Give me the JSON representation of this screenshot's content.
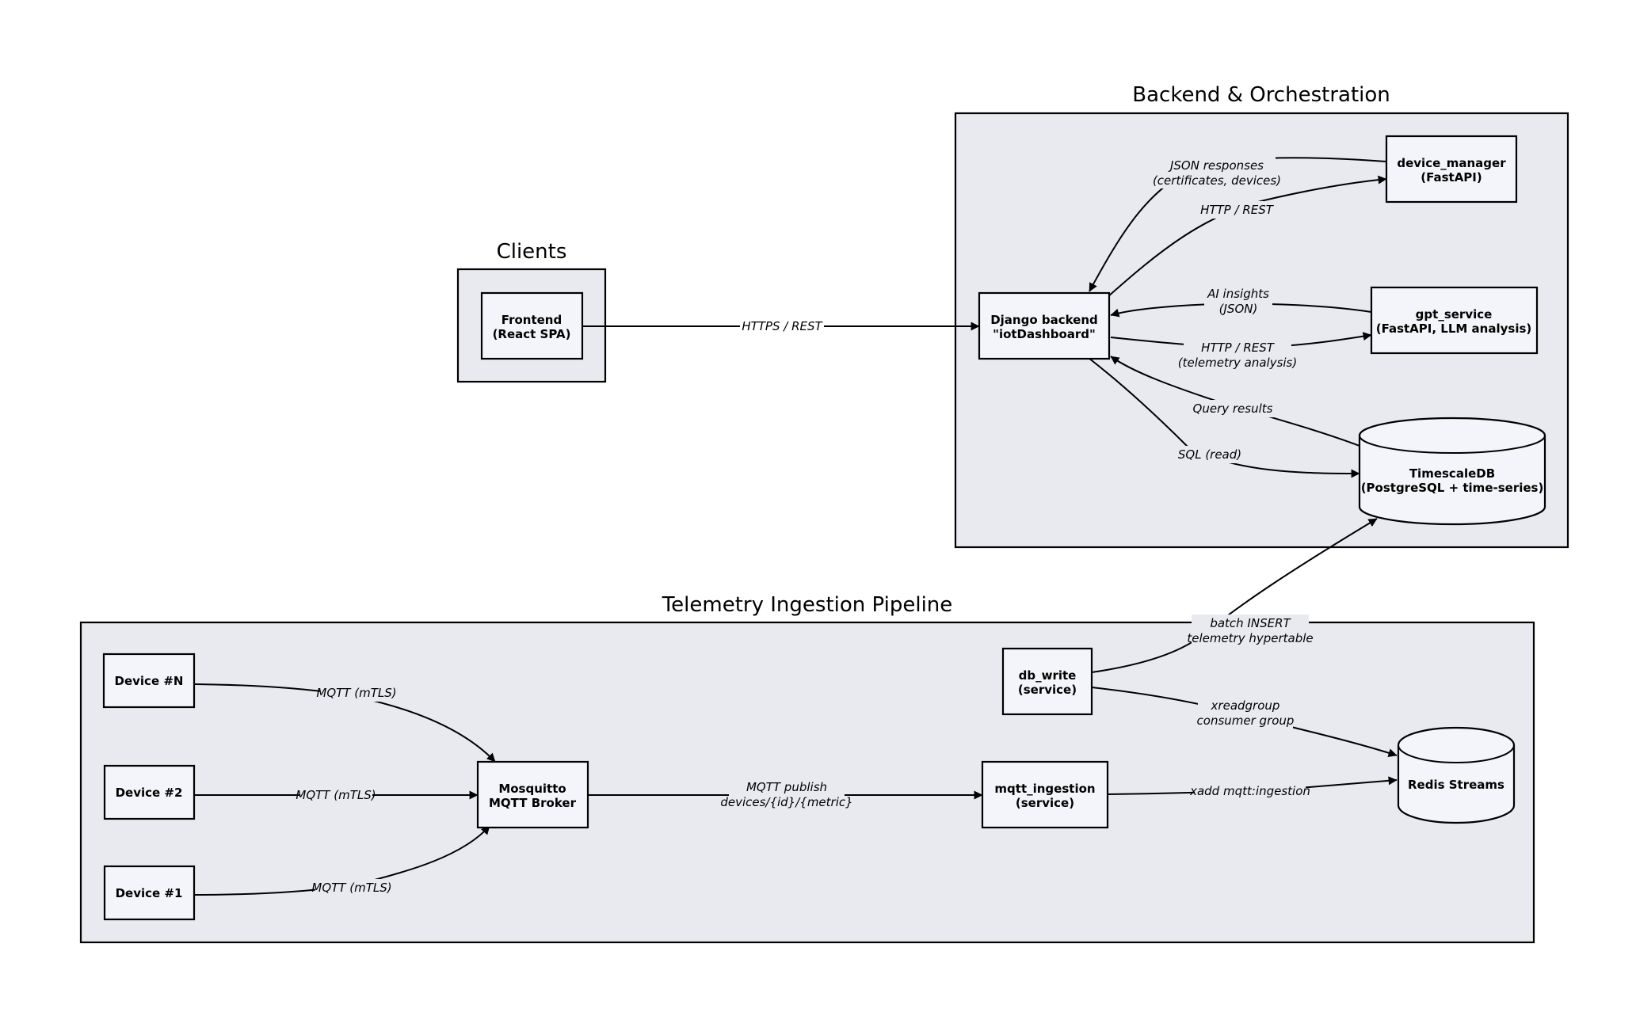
{
  "clusters": {
    "clients": {
      "title": "Clients"
    },
    "backend": {
      "title": "Backend & Orchestration"
    },
    "telemetry": {
      "title": "Telemetry Ingestion Pipeline"
    }
  },
  "nodes": {
    "frontend": {
      "line1": "Frontend",
      "line2": "(React SPA)"
    },
    "django": {
      "line1": "Django backend",
      "line2": "\"iotDashboard\""
    },
    "device_manager": {
      "line1": "device_manager",
      "line2": "(FastAPI)"
    },
    "gpt_service": {
      "line1": "gpt_service",
      "line2": "(FastAPI, LLM analysis)"
    },
    "timescaledb": {
      "line1": "TimescaleDB",
      "line2": "(PostgreSQL + time-series)"
    },
    "device_n": {
      "line1": "Device #N"
    },
    "device_2": {
      "line1": "Device #2"
    },
    "device_1": {
      "line1": "Device #1"
    },
    "mosquitto": {
      "line1": "Mosquitto",
      "line2": "MQTT Broker"
    },
    "mqtt_ingestion": {
      "line1": "mqtt_ingestion",
      "line2": "(service)"
    },
    "db_write": {
      "line1": "db_write",
      "line2": "(service)"
    },
    "redis": {
      "line1": "Redis Streams"
    }
  },
  "edges": {
    "frontend_django": {
      "line1": "HTTPS / REST"
    },
    "dm_django": {
      "line1": "JSON responses",
      "line2": "(certificates, devices)"
    },
    "django_dm": {
      "line1": "HTTP / REST"
    },
    "gpt_django": {
      "line1": "AI insights",
      "line2": "(JSON)"
    },
    "django_gpt": {
      "line1": "HTTP / REST",
      "line2": "(telemetry analysis)"
    },
    "tsdb_django": {
      "line1": "Query results"
    },
    "django_tsdb": {
      "line1": "SQL (read)"
    },
    "dbwrite_tsdb": {
      "line1": "batch INSERT",
      "line2": "telemetry hypertable"
    },
    "devn_mosq": {
      "line1": "MQTT (mTLS)"
    },
    "dev2_mosq": {
      "line1": "MQTT (mTLS)"
    },
    "dev1_mosq": {
      "line1": "MQTT (mTLS)"
    },
    "mosq_ingest": {
      "line1": "MQTT publish",
      "line2": "devices/{id}/{metric}"
    },
    "ingest_redis": {
      "line1": "xadd mqtt:ingestion"
    },
    "dbwrite_redis": {
      "line1": "xreadgroup",
      "line2": "consumer group"
    }
  }
}
